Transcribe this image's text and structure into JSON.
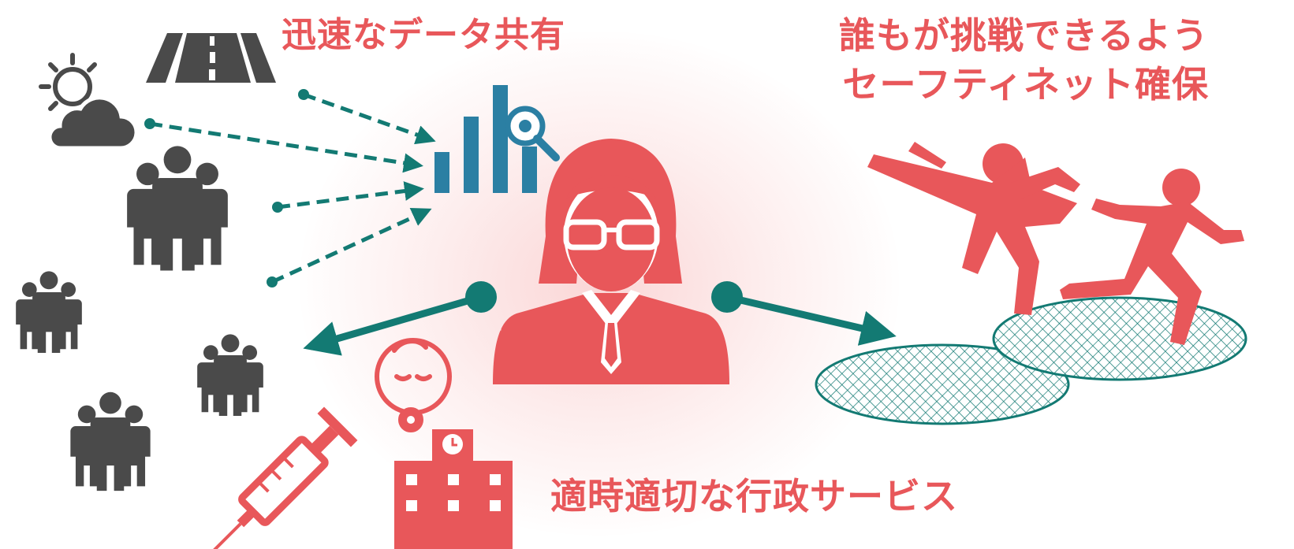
{
  "captions": {
    "data_sharing": "迅速なデータ共有",
    "safety_net_line1": "誰もが挑戦できるよう",
    "safety_net_line2": "セーフティネット確保",
    "admin_services": "適時適切な行政サービス"
  },
  "colors": {
    "accent_red": "#e8575a",
    "teal": "#137a73",
    "chart_blue": "#2b7fa3",
    "icon_gray": "#4a4a4a"
  },
  "icons": [
    "weather-icon",
    "road-icon",
    "people-group-icon",
    "bar-chart-search-icon",
    "officer-icon",
    "baby-icon",
    "syringe-icon",
    "hospital-icon",
    "kicking-person-icon",
    "running-person-icon",
    "safety-net-icon"
  ]
}
